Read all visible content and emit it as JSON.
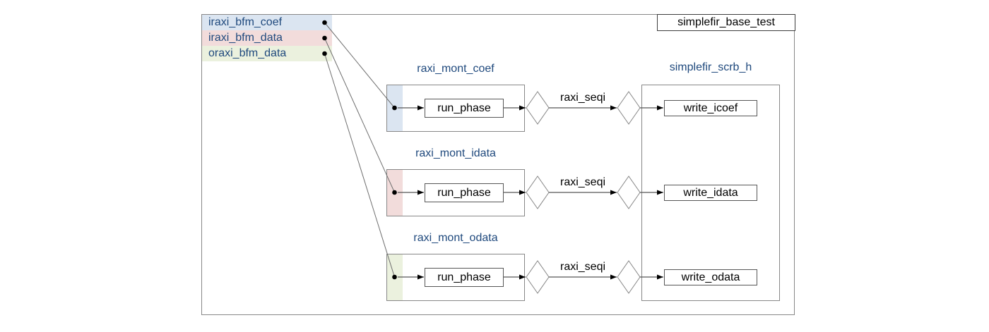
{
  "diagram": {
    "base_test": {
      "label": "simplefir_base_test"
    },
    "bfms": [
      {
        "label": "iraxi_bfm_coef",
        "color": "#dbe5f1"
      },
      {
        "label": "iraxi_bfm_data",
        "color": "#f2dcdb"
      },
      {
        "label": "oraxi_bfm_data",
        "color": "#ebf1de"
      }
    ],
    "monitors": [
      {
        "title": "raxi_mont_coef",
        "phase_label": "run_phase",
        "seq_label": "raxi_seqi",
        "strip_color": "#dbe5f1"
      },
      {
        "title": "raxi_mont_idata",
        "phase_label": "run_phase",
        "seq_label": "raxi_seqi",
        "strip_color": "#f2dcdb"
      },
      {
        "title": "raxi_mont_odata",
        "phase_label": "run_phase",
        "seq_label": "raxi_seqi",
        "strip_color": "#ebf1de"
      }
    ],
    "scoreboard": {
      "title": "simplefir_scrb_h",
      "methods": [
        "write_icoef",
        "write_idata",
        "write_odata"
      ]
    },
    "colors": {
      "label_navy": "#1f497d",
      "title_blue": "#1f497d",
      "border_gray": "#878787",
      "line_gray": "#6e6e6e"
    }
  }
}
